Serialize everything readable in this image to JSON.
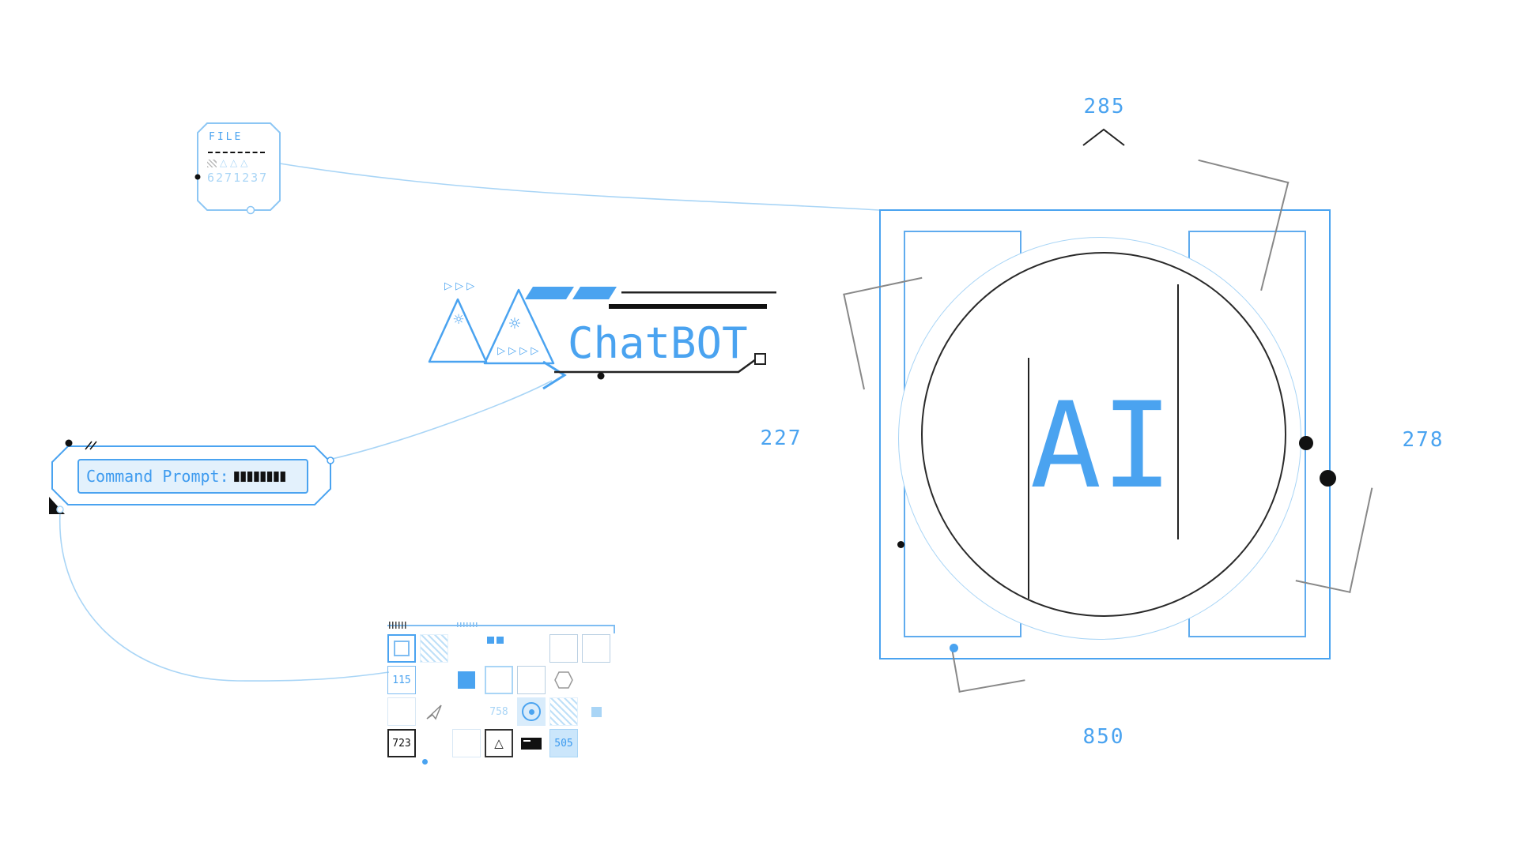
{
  "colors": {
    "accent": "#4AA3F0",
    "accent_light": "#A9D5F6",
    "ink": "#111111",
    "gray": "#888888"
  },
  "file_badge": {
    "label": "FILE",
    "triangles": "△ △ △",
    "number": "6271237"
  },
  "chatbot": {
    "arrows_top": "▷ ▷ ▷",
    "arrows_bottom": "▷ ▷ ▷ ▷",
    "gear_glyph": "☼",
    "title": "ChatBOT"
  },
  "command_prompt": {
    "label": "Command Prompt:",
    "bars": "▮▮▮▮▮▮▮▮"
  },
  "grid": {
    "v115": "115",
    "v758": "758",
    "v723": "723",
    "v505": "505",
    "triangle_glyph": "△"
  },
  "ai_panel": {
    "label": "AI"
  },
  "measurements": {
    "top": "285",
    "left": "227",
    "right": "278",
    "bottom": "850"
  }
}
